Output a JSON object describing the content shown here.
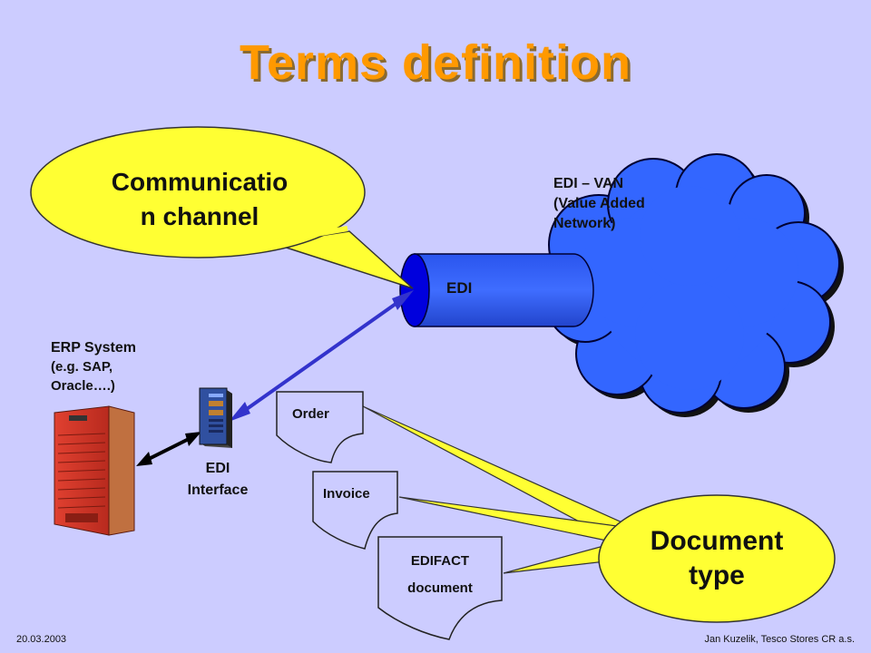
{
  "slide": {
    "title": "Terms definition",
    "footer_left": "20.03.2003",
    "footer_right": "Jan Kuzelik, Tesco Stores CR a.s."
  },
  "callouts": {
    "communication_channel": "Communicatio n channel",
    "communication_channel_line1": "Communicatio",
    "communication_channel_line2": "n channel",
    "document_type_line1": "Document",
    "document_type_line2": "type"
  },
  "network": {
    "van_line1": "EDI – VAN",
    "van_line2": "(Value Added",
    "van_line3": "Network)",
    "pipe_label": "EDI"
  },
  "erp": {
    "line1": "ERP System",
    "line2": "(e.g. SAP,",
    "line3": "Oracle….)"
  },
  "interface": {
    "line1": "EDI",
    "line2": "Interface"
  },
  "documents": {
    "order": "Order",
    "invoice": "Invoice",
    "edifact_line1": "EDIFACT",
    "edifact_line2": "document"
  },
  "colors": {
    "background": "#ccccff",
    "title": "#ff9900",
    "callout": "#ffff33",
    "cloud": "#3366ff",
    "pipe": "#3366ff",
    "server": "#cc3322"
  }
}
